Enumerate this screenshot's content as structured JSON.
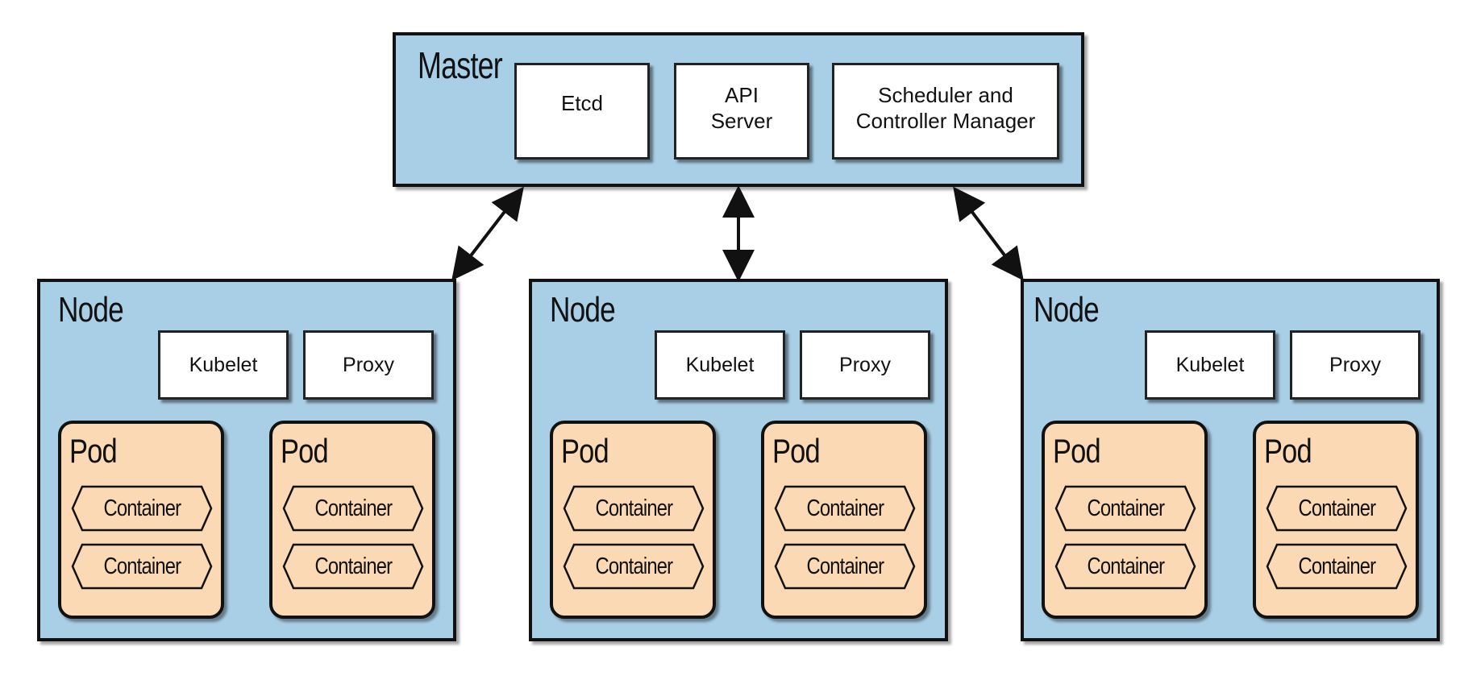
{
  "master": {
    "title": "Master",
    "components": [
      {
        "line1": "Etcd",
        "line2": ""
      },
      {
        "line1": "API",
        "line2": "Server"
      },
      {
        "line1": "Scheduler and",
        "line2": "Controller Manager"
      }
    ]
  },
  "nodes": [
    {
      "title": "Node",
      "kubelet": "Kubelet",
      "proxy": "Proxy",
      "pods": [
        {
          "title": "Pod",
          "containers": [
            "Container",
            "Container"
          ]
        },
        {
          "title": "Pod",
          "containers": [
            "Container",
            "Container"
          ]
        }
      ]
    },
    {
      "title": "Node",
      "kubelet": "Kubelet",
      "proxy": "Proxy",
      "pods": [
        {
          "title": "Pod",
          "containers": [
            "Container",
            "Container"
          ]
        },
        {
          "title": "Pod",
          "containers": [
            "Container",
            "Container"
          ]
        }
      ]
    },
    {
      "title": "Node",
      "kubelet": "Kubelet",
      "proxy": "Proxy",
      "pods": [
        {
          "title": "Pod",
          "containers": [
            "Container",
            "Container"
          ]
        },
        {
          "title": "Pod",
          "containers": [
            "Container",
            "Container"
          ]
        }
      ]
    }
  ],
  "colors": {
    "cluster_fill": "#a9cfe6",
    "pod_fill": "#fbd9b5",
    "box_fill": "#ffffff",
    "outline": "#111111"
  }
}
